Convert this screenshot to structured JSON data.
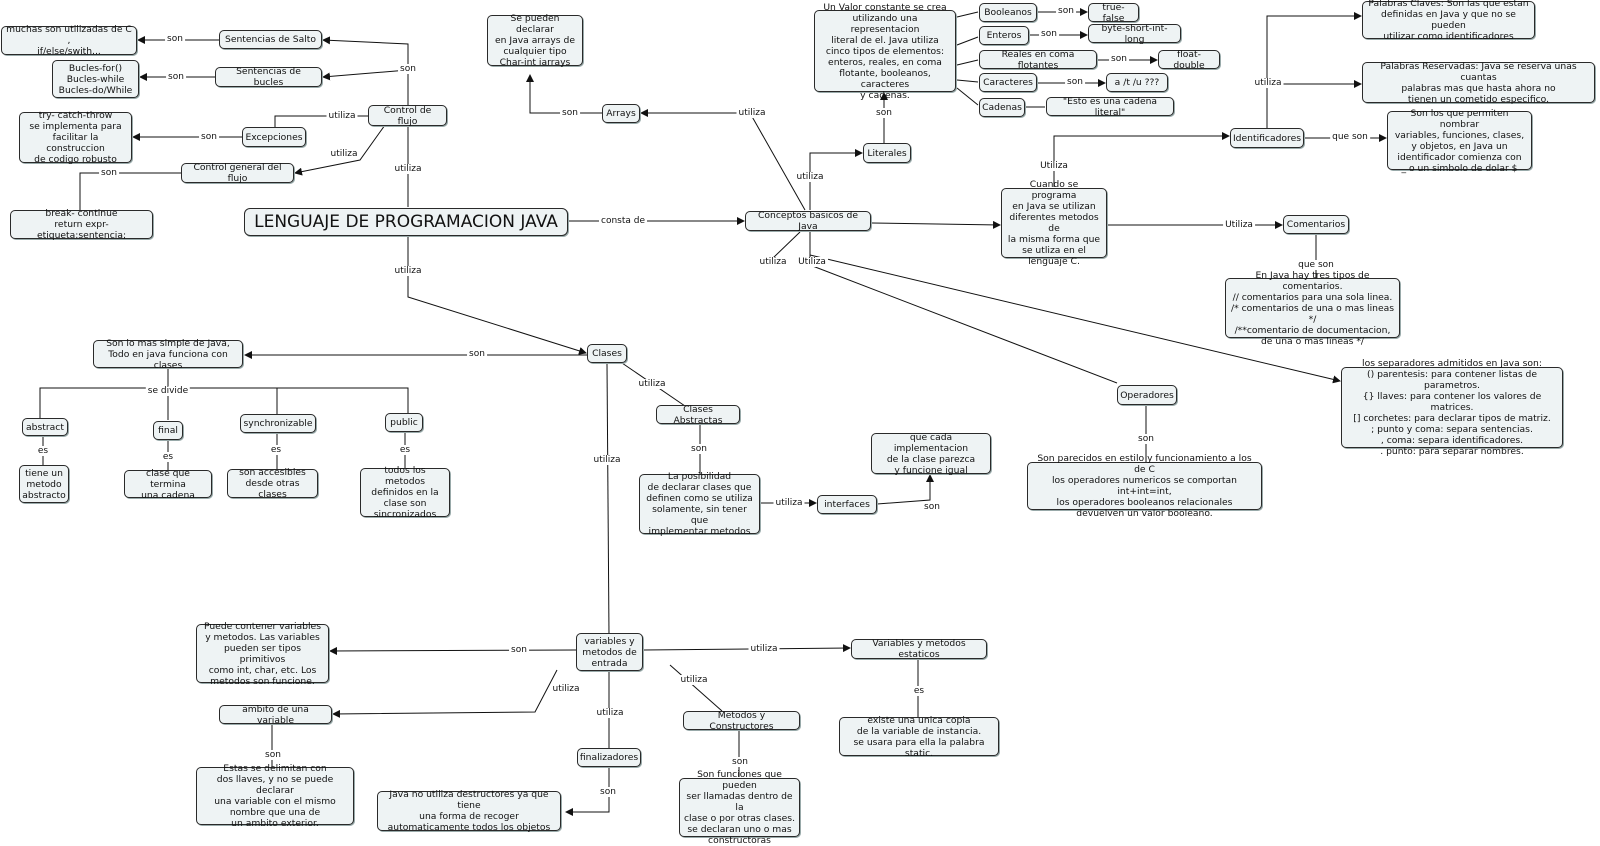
{
  "map": {
    "title": "LENGUAJE DE PROGRAMACION JAVA",
    "nodes": {
      "main": "LENGUAJE DE PROGRAMACION JAVA",
      "control_flujo": "Control de flujo",
      "sentencias_salto": "Sentencias de Salto",
      "salto_desc": "muchas son utilizadas de C ,\nif/else/swith...",
      "sentencias_bucles": "Sentencias de bucles",
      "bucles_desc": "Bucles-for()\nBucles-while\nBucles-do/While",
      "excepciones": "Excepciones",
      "excepciones_desc": "try- catch-throw\nse implementa para\nfacilitar la construccion\nde codigo robusto",
      "control_general": "Control general del flujo",
      "control_general_desc": "break- continue\nreturn expr-etiqueta:sentencia;",
      "arrays_desc": "Se pueden declarar\nen Java arrays de\ncualquier tipo\nChar-int iarrays",
      "arrays": "Arrays",
      "literales_desc": "Un Valor constante se crea\nutilizando una representacion\nliteral de el. Java utiliza\ncinco tipos de elementos:\nenteros, reales, en coma\nflotante, booleanos, caracteres\ny cadenas.",
      "literales": "Literales",
      "booleanos": "Booleanos",
      "true_false": "true-false",
      "enteros": "Enteros",
      "enteros_desc": "byte-short-int-long",
      "reales": "Reales en coma flotantes",
      "reales_desc": "float-double",
      "caracteres": "Caracteres",
      "caracteres_desc": "a /t  /u ???",
      "cadenas": "Cadenas",
      "cadenas_desc": "\"Esto es una cadena literal\"",
      "conceptos": "Conceptos basicos de Java",
      "cuando": "Cuando se programa\nen Java se utilizan\ndiferentes metodos de\nla misma forma que\nse utliza en el\nlenguaje C.",
      "identificadores": "Identificadores",
      "palabras_claves": "Palabras Claves: Son las que estan\ndefinidas en Java y que no se pueden\nutilizar como identificadores",
      "palabras_reservadas": "Palabras Reservadas: Java se reserva unas cuantas\npalabras mas que hasta ahora no\ntienen un cometido especifico.",
      "identificadores_desc": "Son los que permiten nombrar\nvariables, funciones, clases,\ny objetos, en Java un\nidentificador comienza con\n_ o un simbolo de dolar $",
      "comentarios": "Comentarios",
      "comentarios_desc": "En Java hay tres tipos de comentarios.\n// comentarios para una sola linea.\n/* comentarios de una o mas lineas */\n/**comentario de documentacion,\nde una o mas lineas */",
      "separadores": "los separadores admitidos en Java son:\n() parentesis: para contener listas de parametros.\n{} llaves: para contener los valores de matrices.\n[] corchetes: para declarar tipos de matriz.\n; punto y coma: separa sentencias.\n, coma: separa identificadores.\n. punto: para separar nombres.",
      "operadores": "Operadores",
      "operadores_desc": "Son parecidos en estilo y funcionamiento a los de C\nlos operadores numericos se comportan int+int=int,\nlos operadores booleanos relacionales\ndevuelven un valor booleano.",
      "clases": "Clases",
      "clases_desc": "Son lo mas simple de Java,\nTodo en java funciona con clases",
      "abstract": "abstract",
      "abstract_desc": "tiene un\nmetodo\nabstracto",
      "final": "final",
      "final_desc": "clase que termina\nuna cadena",
      "synchronizable": "synchronizable",
      "synchronizable_desc": "son accesibles\ndesde otras clases",
      "public": "public",
      "public_desc": "todos los metodos\ndefinidos en la\nclase son\nsincronizados",
      "clases_abstractas": "Clases Abstractas",
      "clases_abstractas_desc": "La posibilidad\nde declarar clases que\ndefinen como se utiliza\nsolamente, sin tener que\nimplementar metodos",
      "interfaces": "interfaces",
      "interfaces_desc": "que cada implementacion\nde la clase parezca\ny funcione igual",
      "variables": "variables y\nmetodos de\nentrada",
      "variables_desc": "Puede contener variables\ny metodos. Las variables\npueden ser tipos primitivos\ncomo int, char, etc. Los\nmetodos son funcione.",
      "ambito": "ambito de una variable",
      "ambito_desc": "Estas se delimitan con\ndos llaves, y no se puede declarar\nuna variable con el mismo\nnombre que una de\nun ambito exterior.",
      "finalizadores": "finalizadores",
      "finalizadores_desc": "Java no utiliza destructores ya que tiene\nuna forma de recoger\nautomaticamente todos los objetos",
      "metodos_constructores": "Metodos y Constructores",
      "metodos_constructores_desc": "Son funciones que pueden\nser llamadas dentro de la\nclase o por otras clases.\nse declaran uno o mas\nconstructoras",
      "estaticos": "Variables y metodos estaticos",
      "estaticos_desc": "existe una unica copia\nde la variable de instancia.\nse usara para ella la palabra static."
    },
    "links": {
      "consta_de": "consta de",
      "utiliza": "utiliza",
      "Utiliza": "Utiliza",
      "son": "son",
      "que_son": "que son",
      "es": "es",
      "se_divide": "se divide"
    }
  }
}
